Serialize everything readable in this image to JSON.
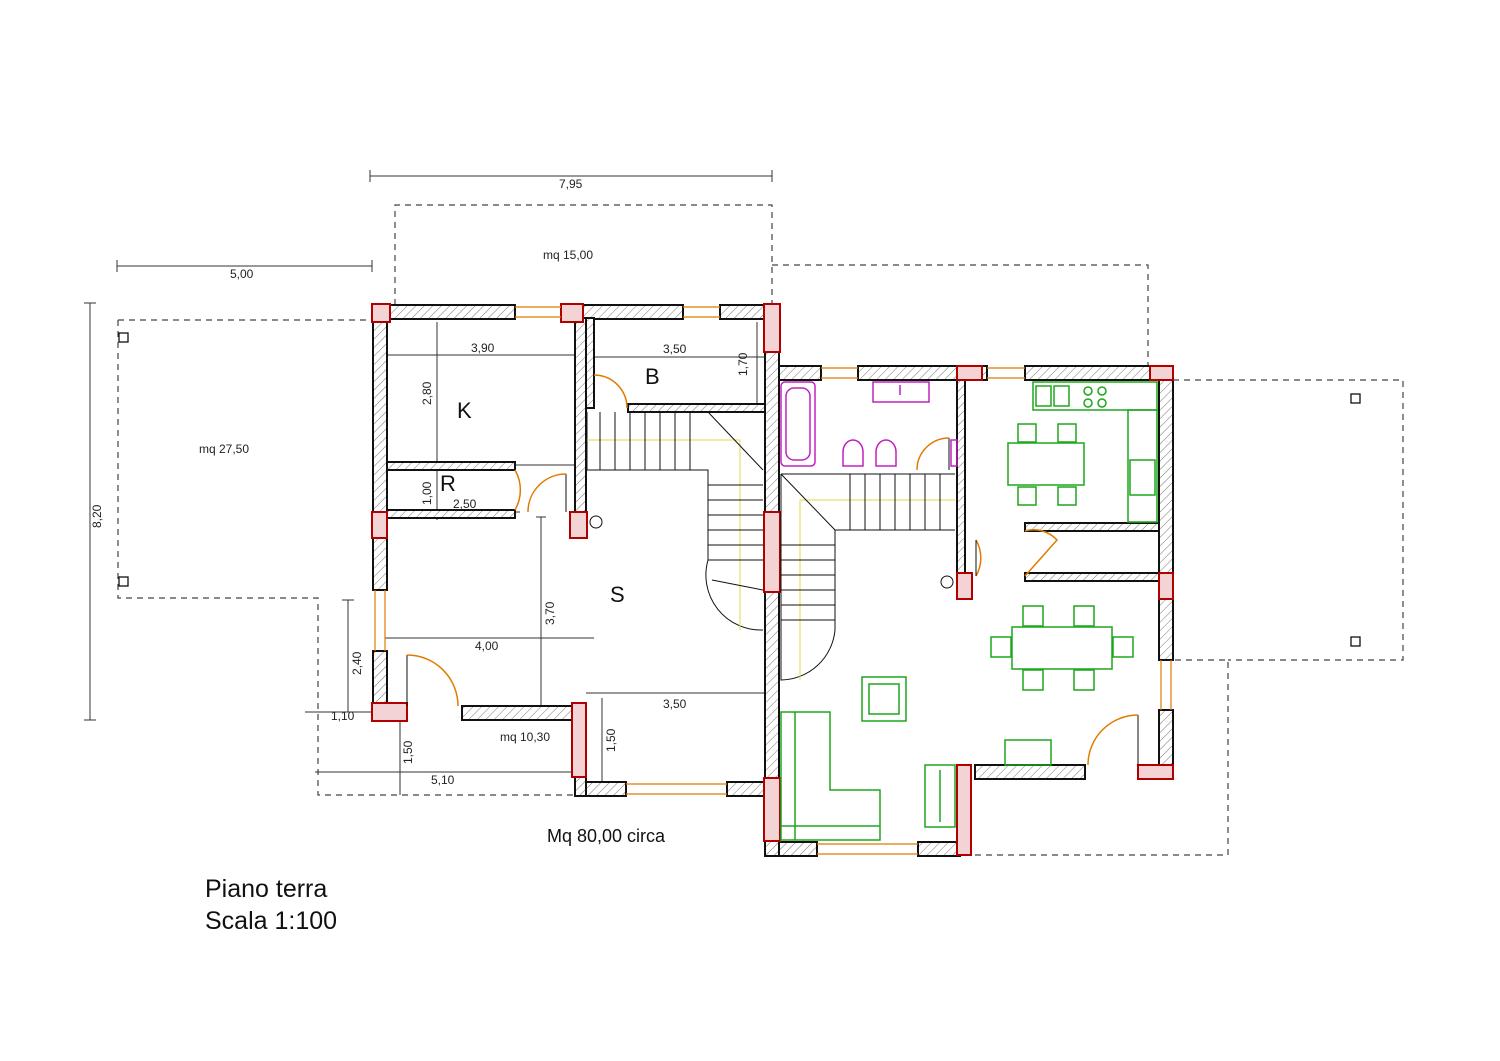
{
  "caption": {
    "floor": "Piano terra",
    "scale": "Scala 1:100"
  },
  "total_area": "Mq 80,00 circa",
  "areas": {
    "terrace_top": "mq 15,00",
    "porch_left": "mq 27,50",
    "entrance_front": "mq 10,30"
  },
  "rooms": {
    "k": "K",
    "b": "B",
    "r": "R",
    "s": "S"
  },
  "dimensions": {
    "top_width": "7,95",
    "porch_width": "5,00",
    "overall_height": "8,20",
    "k_width": "3,90",
    "k_height": "2,80",
    "b_width": "3,50",
    "b_height": "1,70",
    "r_height": "1,00",
    "r_width": "2,50",
    "s_height": "3,70",
    "s_width": "4,00",
    "entrance_height": "2,40",
    "entrance_offset": "1,10",
    "stair_width": "3,50",
    "front_depth_a": "1,50",
    "front_depth_b": "1,50",
    "front_width": "5,10"
  },
  "colors": {
    "walls": "#111111",
    "pillars": "#b00000",
    "doors_windows": "#e07b00",
    "furniture": "#1ea51e",
    "bathroom_fixtures": "#c020c0",
    "stair_line": "#e6d840"
  }
}
